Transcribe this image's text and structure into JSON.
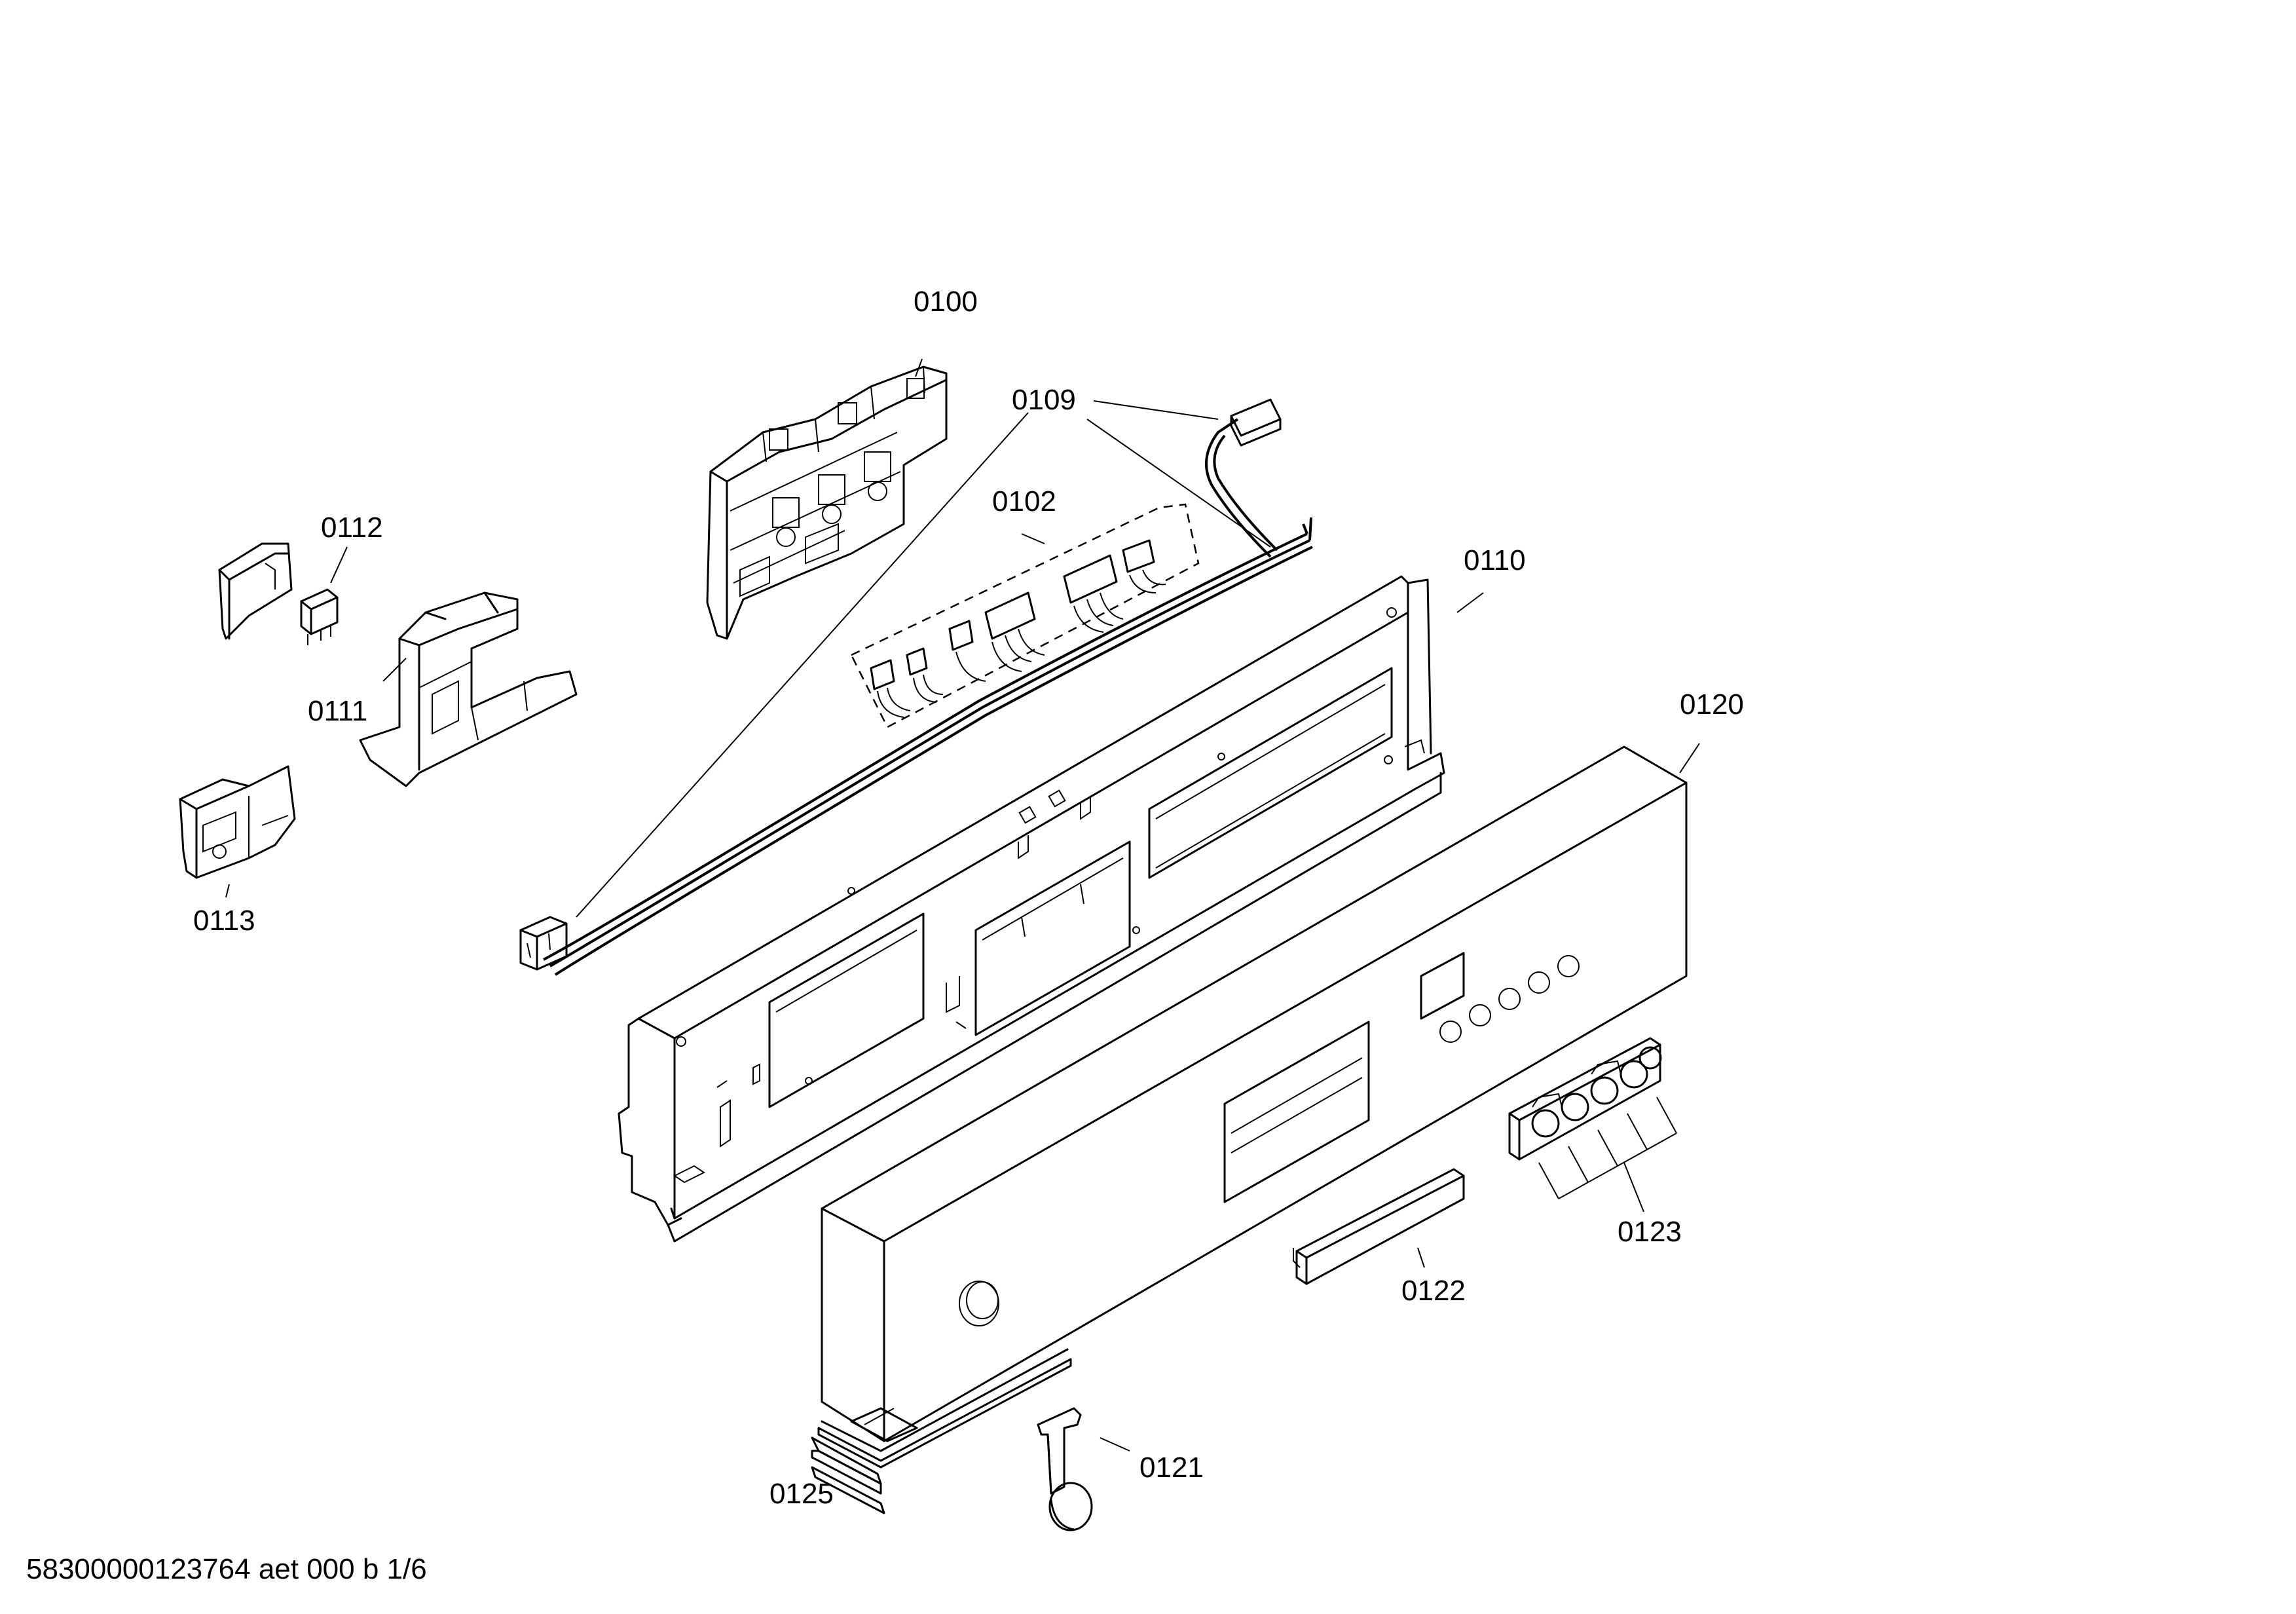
{
  "diagram": {
    "footer": "58300000123764 aet 000 b 1/6",
    "callouts": {
      "c0100": "0100",
      "c0109": "0109",
      "c0102": "0102",
      "c0112": "0112",
      "c0111": "0111",
      "c0113": "0113",
      "c0110": "0110",
      "c0120": "0120",
      "c0123": "0123",
      "c0122": "0122",
      "c0121": "0121",
      "c0125": "0125"
    }
  }
}
